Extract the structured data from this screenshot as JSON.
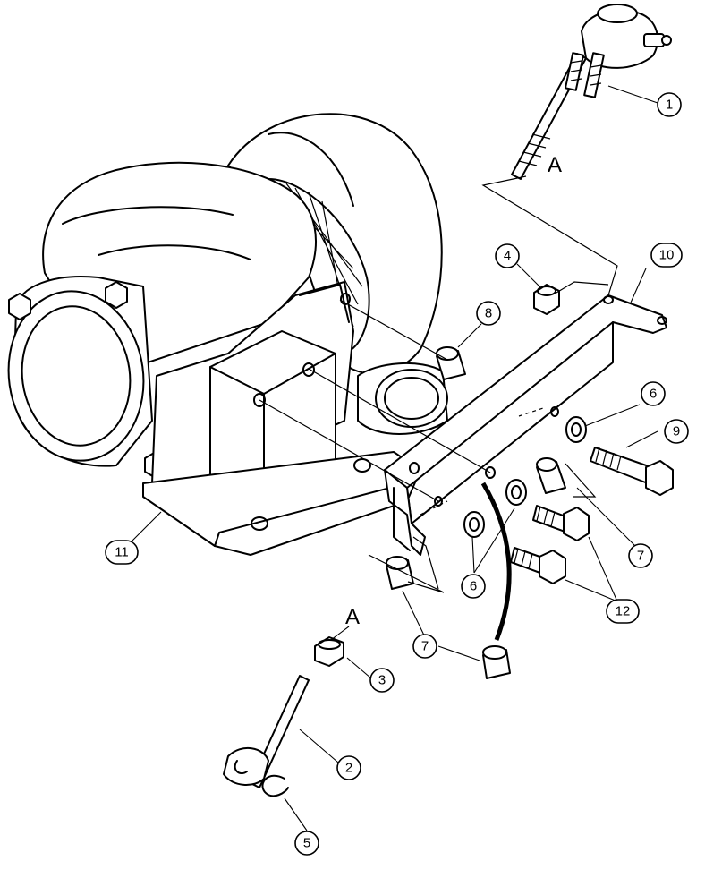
{
  "callouts": [
    {
      "id": "1",
      "label": "1"
    },
    {
      "id": "2",
      "label": "2"
    },
    {
      "id": "3",
      "label": "3"
    },
    {
      "id": "4",
      "label": "4"
    },
    {
      "id": "5",
      "label": "5"
    },
    {
      "id": "6a",
      "label": "6"
    },
    {
      "id": "6b",
      "label": "6"
    },
    {
      "id": "7a",
      "label": "7"
    },
    {
      "id": "7b",
      "label": "7"
    },
    {
      "id": "8",
      "label": "8"
    },
    {
      "id": "9",
      "label": "9"
    },
    {
      "id": "10",
      "label": "10"
    },
    {
      "id": "11",
      "label": "11"
    },
    {
      "id": "12",
      "label": "12"
    }
  ],
  "detail_refs": {
    "top": "A",
    "bottom": "A"
  }
}
